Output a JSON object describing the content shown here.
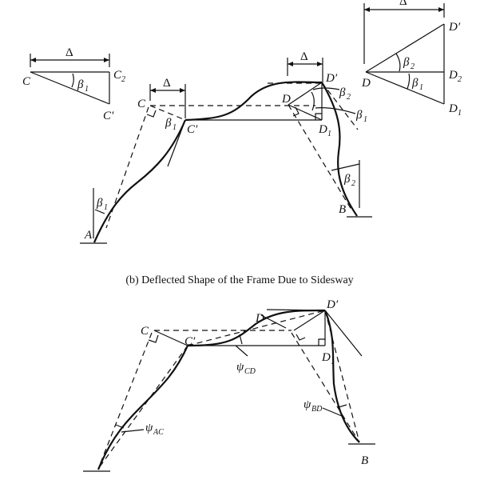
{
  "labels": {
    "delta": "Δ",
    "C": "C",
    "C_prime": "C′",
    "C2": "C",
    "C2_sub": "2",
    "D": "D",
    "D_prime": "D′",
    "D1": "D",
    "D1_sub": "1",
    "D2": "D",
    "D2_sub": "2",
    "A": "A",
    "B": "B",
    "beta": "β",
    "beta1_sub": "1",
    "beta2_sub": "2",
    "psi": "ψ",
    "psi_ac_sub": "AC",
    "psi_cd_sub": "CD",
    "psi_bd_sub": "BD"
  },
  "caption": "(b) Deflected Shape of the Frame Due to Sidesway"
}
